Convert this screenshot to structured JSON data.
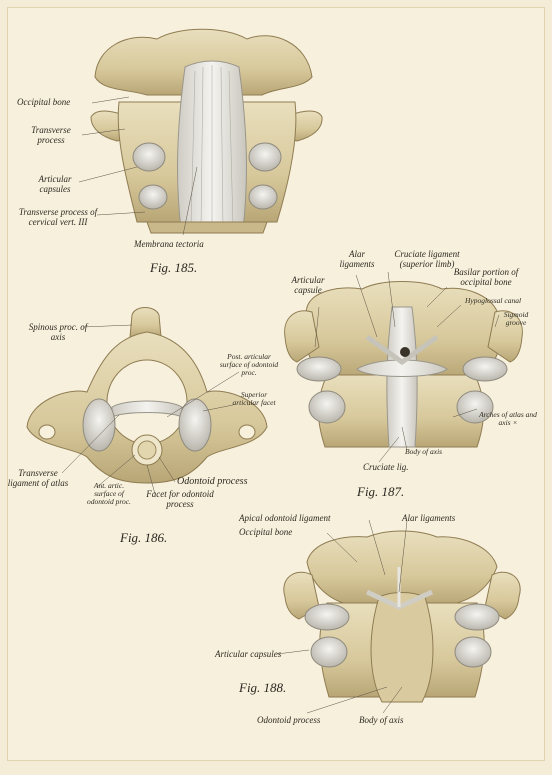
{
  "colors": {
    "bone": "#ddd0a6",
    "bone_dark": "#a89466",
    "ligament": "#e8e6e0",
    "leader": "#5a5244"
  },
  "fig185": {
    "caption": "Fig. 185.",
    "labels": {
      "occipital_bone": "Occipital bone",
      "transverse_process": "Transverse process",
      "articular_capsules": "Articular capsules",
      "transverse_process_c3": "Transverse process of cervical vert. III",
      "membrana_tectoria": "Membrana tectoria"
    }
  },
  "fig186": {
    "caption": "Fig. 186.",
    "labels": {
      "spinous_proc": "Spinous proc. of axis",
      "post_articular_surface": "Post. articular surface of odontoid proc.",
      "superior_articular_facet": "Superior articular facet",
      "transverse_ligament": "Transverse ligament of atlas",
      "ant_artic_surface": "Ant. artic. surface of odontoid proc.",
      "odontoid_process": "Odontoid process",
      "facet_for_odontoid": "Facet for odontoid process"
    }
  },
  "fig187": {
    "caption": "Fig. 187.",
    "labels": {
      "alar_ligaments": "Alar ligaments",
      "cruciate_superior": "Cruciate ligament (superior limb)",
      "articular_capsule": "Articular capsule",
      "basilar_portion": "Basilar portion of occipital bone",
      "hypoglossal_canal": "Hypoglossal canal",
      "sigmoid_groove": "Sigmoid groove",
      "arches_atlas_axis": "Arches of atlas and axis ×",
      "body_of_axis": "Body of axis",
      "cruciate_lig": "Cruciate lig."
    }
  },
  "fig188": {
    "caption": "Fig. 188.",
    "labels": {
      "apical_odontoid": "Apical odontoid ligament",
      "alar_ligaments": "Alar ligaments",
      "occipital_bone": "Occipital bone",
      "articular_capsules": "Articular capsules",
      "odontoid_process": "Odontoid process",
      "body_of_axis": "Body of axis"
    }
  }
}
